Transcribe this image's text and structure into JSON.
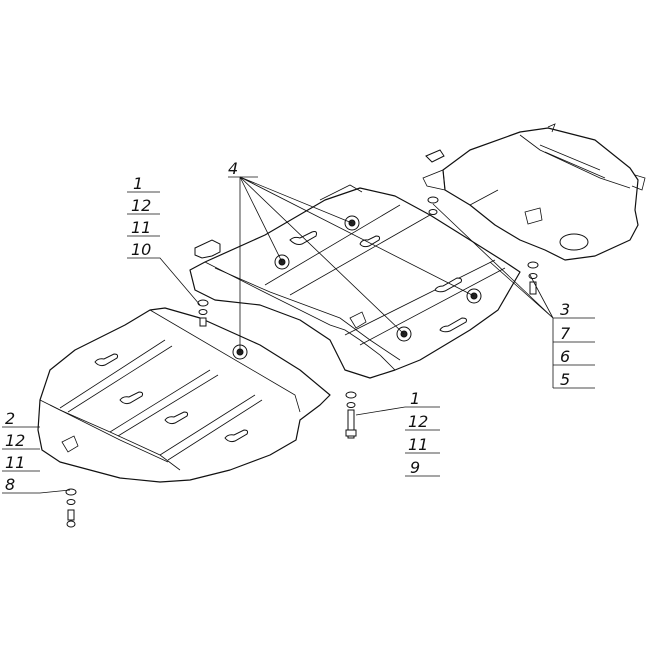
{
  "stacks": {
    "left_top": [
      "1",
      "12",
      "11",
      "10"
    ],
    "left_bottom": [
      "2",
      "12",
      "11",
      "8"
    ],
    "center": [
      "1",
      "12",
      "11",
      "9"
    ],
    "right": [
      "3",
      "7",
      "6",
      "5"
    ]
  },
  "callout_4": "4"
}
